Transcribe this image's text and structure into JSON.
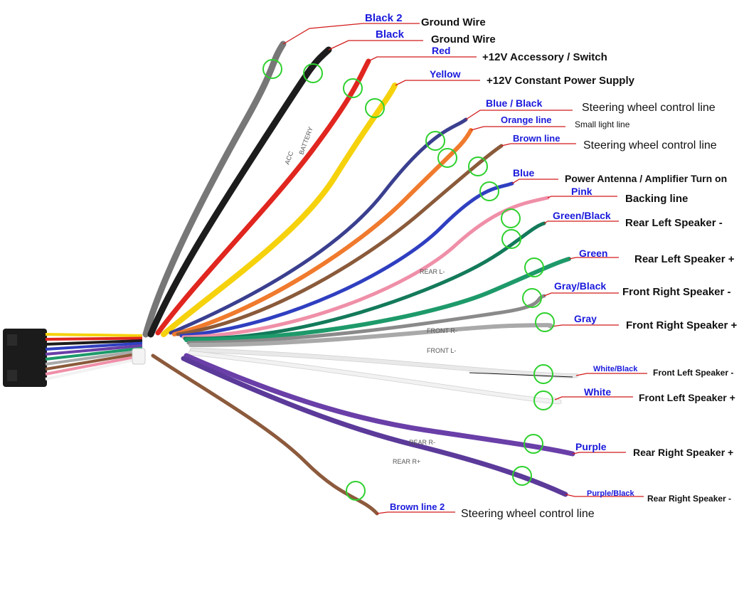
{
  "palette": {
    "black": "#1c1c1c",
    "red": "#e0261f",
    "yellow": "#f5d20c",
    "blue_black": "#3a3f8f",
    "orange": "#f07a2d",
    "brown": "#8a5a3a",
    "blue": "#2f3fc0",
    "pink": "#ef8fa8",
    "green_black": "#137a5a",
    "green": "#1e9a6a",
    "gray_black": "#8a8a8a",
    "gray": "#a9a9a9",
    "white_black": "#e9e9e9",
    "white": "#f2f2f2",
    "purple": "#6a3fa8",
    "purple_black": "#5b3a9a",
    "brown2": "#8c5a3c",
    "leader": "#d21a1a",
    "circle": "#2ed12e",
    "color_label": "#1a1adc"
  },
  "wires": [
    {
      "id": "black2",
      "color_label": "Black 2",
      "function": "Ground Wire",
      "style": "bold"
    },
    {
      "id": "black",
      "color_label": "Black",
      "function": "Ground Wire",
      "style": "bold"
    },
    {
      "id": "red",
      "color_label": "Red",
      "function": "+12V  Accessory / Switch",
      "style": "bold"
    },
    {
      "id": "yellow",
      "color_label": "Yellow",
      "function": "+12V Constant Power Supply",
      "style": "bold"
    },
    {
      "id": "blue_black",
      "color_label": "Blue  / Black",
      "function": "Steering wheel control line",
      "style": "plain-large"
    },
    {
      "id": "orange",
      "color_label": "Orange line",
      "function": "Small light line",
      "style": "plain-small"
    },
    {
      "id": "brown",
      "color_label": "Brown line",
      "function": "Steering wheel control line",
      "style": "plain-large"
    },
    {
      "id": "blue",
      "color_label": "Blue",
      "function": "Power Antenna / Amplifier Turn on",
      "style": "bold"
    },
    {
      "id": "pink",
      "color_label": "Pink",
      "function": "Backing line",
      "style": "bold"
    },
    {
      "id": "green_black",
      "color_label": "Green/Black",
      "function": "Rear Left Speaker -",
      "style": "bold"
    },
    {
      "id": "green",
      "color_label": "Green",
      "function": "Rear Left Speaker +",
      "style": "bold"
    },
    {
      "id": "gray_black",
      "color_label": "Gray/Black",
      "function": "Front Right Speaker -",
      "style": "bold"
    },
    {
      "id": "gray",
      "color_label": "Gray",
      "function": "Front Right Speaker +",
      "style": "bold"
    },
    {
      "id": "white_black",
      "color_label": "White/Black",
      "function": "Front Left Speaker -",
      "style": "bold-small"
    },
    {
      "id": "white",
      "color_label": "White",
      "function": "Front Left Speaker +",
      "style": "bold"
    },
    {
      "id": "purple",
      "color_label": "Purple",
      "function": "Rear Right Speaker +",
      "style": "bold"
    },
    {
      "id": "purple_black",
      "color_label": "Purple/Black",
      "function": "Rear Right Speaker -",
      "style": "bold-xsmall"
    },
    {
      "id": "brown2",
      "color_label": "Brown line 2",
      "function": "Steering wheel control line",
      "style": "plain-large"
    }
  ],
  "sleeve_labels": [
    "BATTERY",
    "ACC",
    "FRONT R-",
    "FRONT L-",
    "REAR L-",
    "REAR R+",
    "REAR R-"
  ]
}
